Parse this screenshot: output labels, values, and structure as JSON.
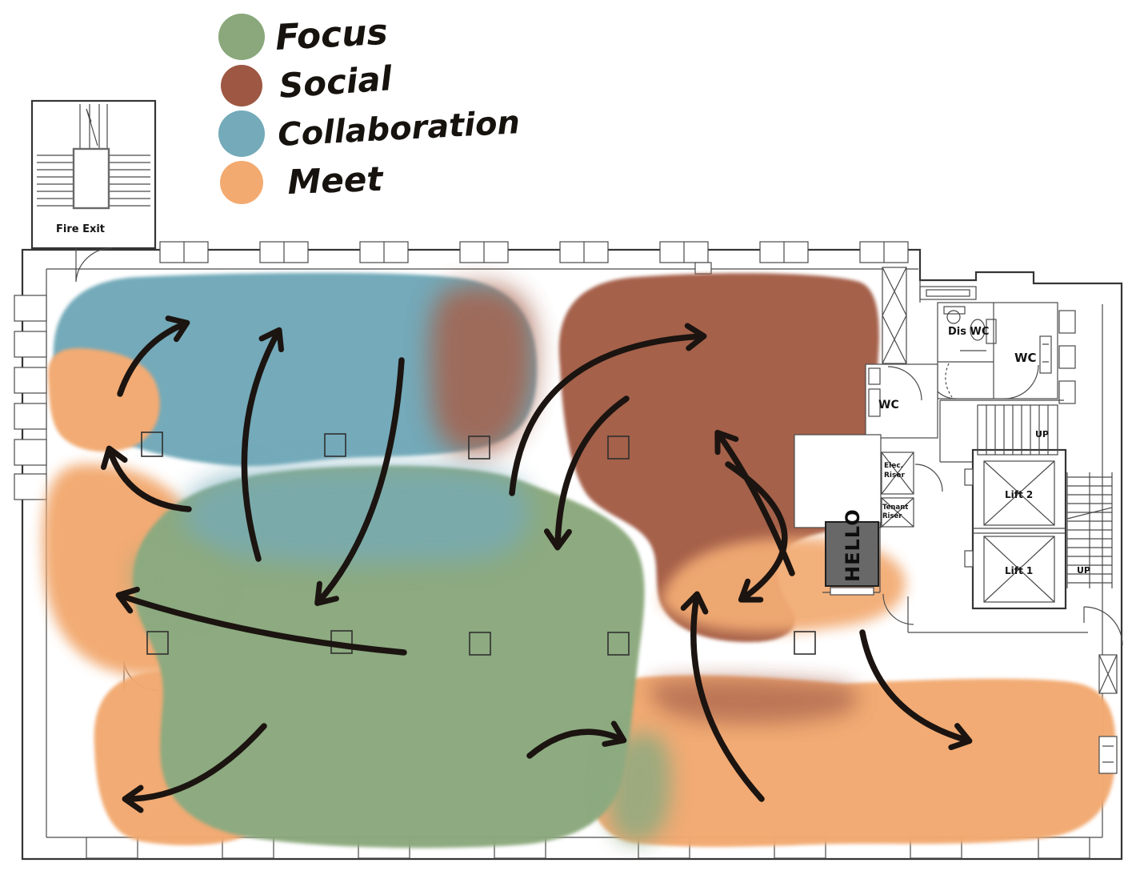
{
  "legend": {
    "items": [
      {
        "label": "Focus",
        "color": "#8aa87b"
      },
      {
        "label": "Social",
        "color": "#9d5742"
      },
      {
        "label": "Collaboration",
        "color": "#74aab9"
      },
      {
        "label": "Meet",
        "color": "#f3aa70"
      }
    ]
  },
  "zones": {
    "focus": "#8aa87b",
    "social": "#a35c44",
    "collaboration": "#6fa8b8",
    "meet": "#f2a96f"
  },
  "plan": {
    "fire_exit": "Fire Exit",
    "dis_wc": "Dis WC",
    "wc": "WC",
    "wc_small": "WC",
    "elec_riser_1": "Elec.",
    "elec_riser_2": "Riser",
    "tenant_riser_1": "Tenant",
    "tenant_riser_2": "Riser",
    "hello": "HELLO",
    "lift_2": "Lift 2",
    "lift_1": "Lift 1",
    "stair_label_top": "UP",
    "stair_label_right": "UP"
  }
}
